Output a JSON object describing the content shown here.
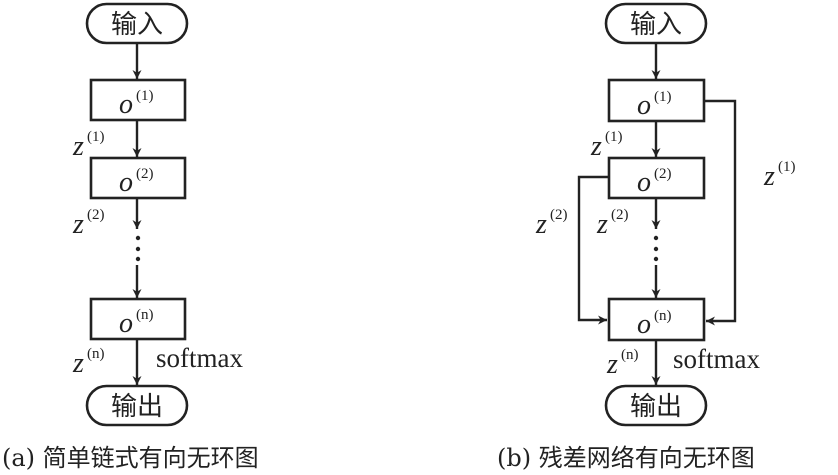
{
  "diagram_a": {
    "caption": "(a) 简单链式有向无环图",
    "input_label": "输入",
    "output_label": "输出",
    "nodes": [
      {
        "base": "o",
        "sup": "(1)"
      },
      {
        "base": "o",
        "sup": "(2)"
      },
      {
        "base": "o",
        "sup": "(n)"
      }
    ],
    "edges": [
      {
        "base": "z",
        "sup": "(1)"
      },
      {
        "base": "z",
        "sup": "(2)"
      },
      {
        "base": "z",
        "sup": "(n)"
      }
    ],
    "ellipsis": "⋮",
    "softmax_label": "softmax"
  },
  "diagram_b": {
    "caption": "(b) 残差网络有向无环图",
    "input_label": "输入",
    "output_label": "输出",
    "nodes": [
      {
        "base": "o",
        "sup": "(1)"
      },
      {
        "base": "o",
        "sup": "(2)"
      },
      {
        "base": "o",
        "sup": "(n)"
      }
    ],
    "edges": [
      {
        "base": "z",
        "sup": "(1)"
      },
      {
        "base": "z",
        "sup": "(2)"
      },
      {
        "base": "z",
        "sup": "(n)"
      }
    ],
    "skip_edges": [
      {
        "base": "z",
        "sup": "(1)"
      },
      {
        "base": "z",
        "sup": "(2)"
      }
    ],
    "softmax_label": "softmax"
  }
}
